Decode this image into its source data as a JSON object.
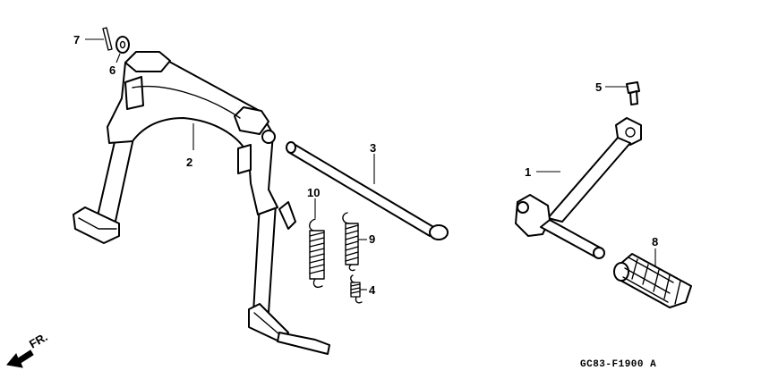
{
  "callouts": {
    "c1": "1",
    "c2": "2",
    "c3": "3",
    "c4": "4",
    "c5": "5",
    "c6": "6",
    "c7": "7",
    "c8": "8",
    "c9": "9",
    "c10": "10"
  },
  "direction_label": "FR.",
  "diagram_code": "GC83-F1900 A"
}
